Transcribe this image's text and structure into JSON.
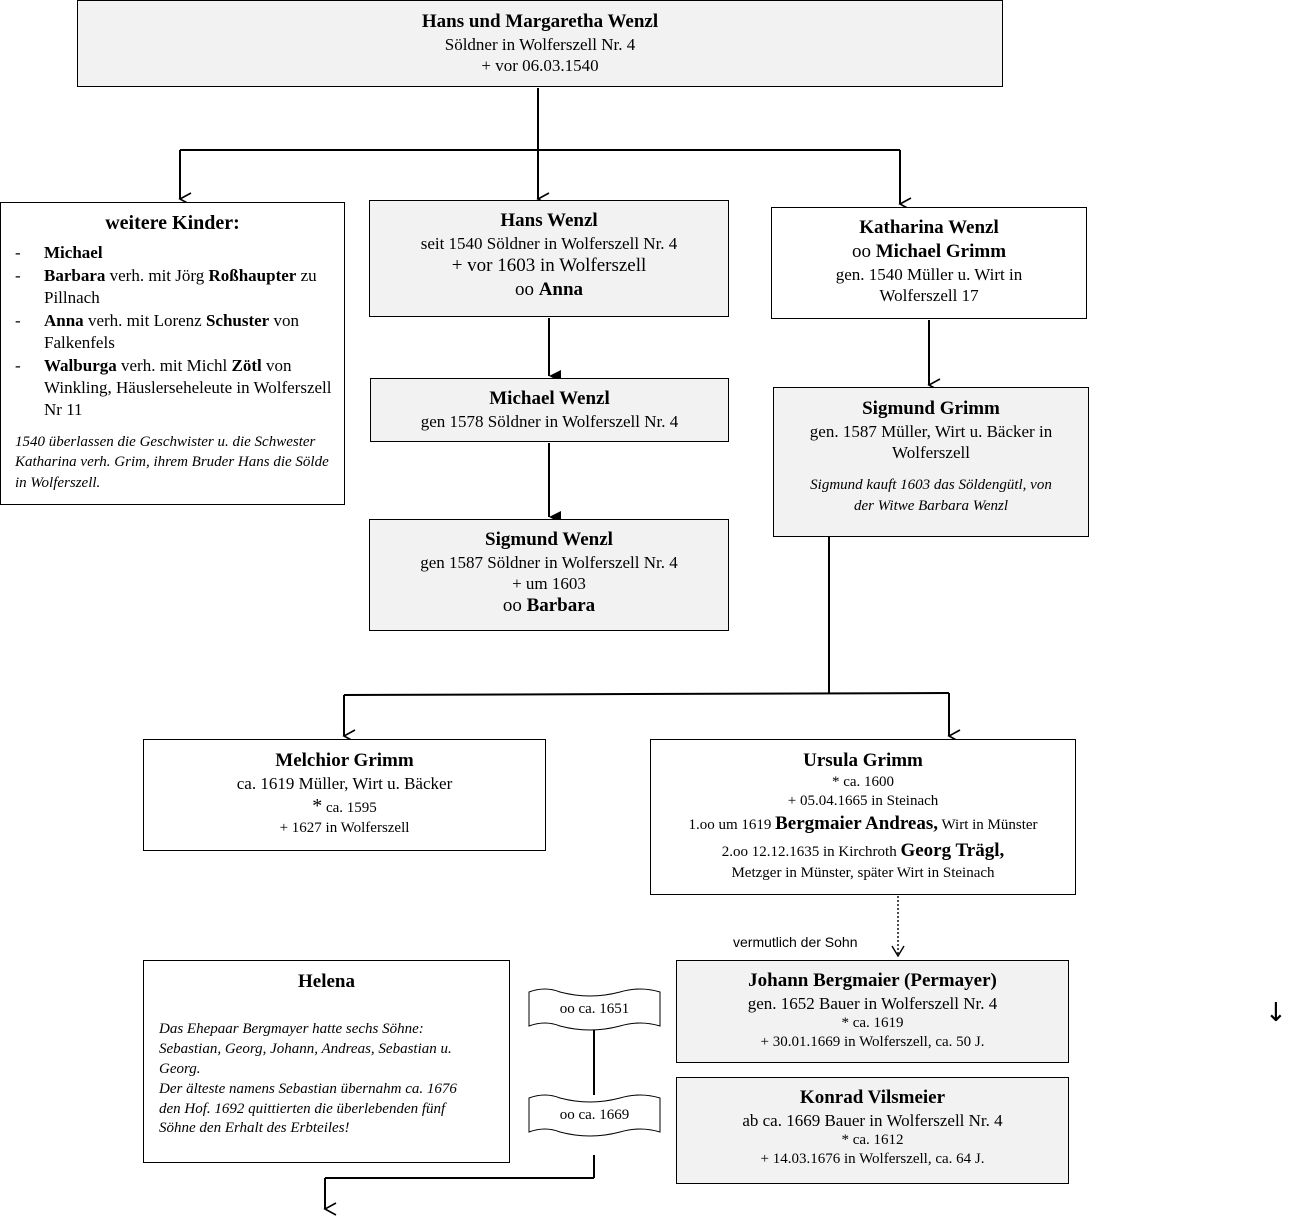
{
  "root": {
    "title": "Hans und Margaretha Wenzl",
    "line1": "Söldner in Wolferszell Nr. 4",
    "line2": "+ vor 06.03.1540"
  },
  "others": {
    "title": "weitere Kinder:",
    "items": [
      {
        "name": "Michael",
        "rest1": "",
        "bold2": "",
        "rest2": ""
      },
      {
        "name": "Barbara",
        "rest1": " verh. mit Jörg ",
        "bold2": "Roßhaupter",
        "rest2": " zu Pillnach"
      },
      {
        "name": "Anna",
        "rest1": " verh. mit Lorenz ",
        "bold2": "Schuster",
        "rest2": " von Falkenfels"
      },
      {
        "name": "Walburga",
        "rest1": " verh. mit Michl ",
        "bold2": "Zötl",
        "rest2": " von Winkling, Häuslerseheleute in Wolferszell Nr 11"
      }
    ],
    "note": "1540 überlassen die Geschwister u. die Schwester Katharina verh. Grim, ihrem Bruder Hans die Sölde in Wolferszell."
  },
  "hans": {
    "title": "Hans Wenzl",
    "line1": "seit 1540 Söldner in Wolferszell Nr. 4",
    "line2": "+ vor 1603 in Wolferszell",
    "oo": "oo ",
    "spouse": "Anna"
  },
  "katharina": {
    "title": "Katharina Wenzl",
    "oo": "oo ",
    "spouse": "Michael Grimm",
    "line1": "gen. 1540 Müller u. Wirt in",
    "line2": "Wolferszell 17"
  },
  "michael": {
    "title": "Michael Wenzl",
    "line1": "gen 1578 Söldner in Wolferszell Nr. 4"
  },
  "sigmund_grimm": {
    "title": "Sigmund Grimm",
    "line1": "gen. 1587 Müller, Wirt u. Bäcker in",
    "line2": "Wolferszell",
    "note1": "Sigmund kauft 1603 das Söldengütl, von",
    "note2": "der Witwe Barbara Wenzl"
  },
  "sigmund_wenzl": {
    "title": "Sigmund Wenzl",
    "line1": "gen 1587 Söldner in Wolferszell Nr. 4",
    "line2": "+ um 1603",
    "oo": "oo ",
    "spouse": "Barbara"
  },
  "melchior": {
    "title": "Melchior Grimm",
    "line1": "ca. 1619 Müller, Wirt u. Bäcker",
    "star": "*",
    "born": " ca. 1595",
    "died": "+ 1627 in Wolferszell"
  },
  "ursula": {
    "title": "Ursula Grimm",
    "born": "* ca. 1600",
    "died": "+ 05.04.1665 in Steinach",
    "m1_pre": "1.oo um 1619 ",
    "m1_name": "Bergmaier Andreas,",
    "m1_post": " Wirt in Münster",
    "m2_pre": "2.oo 12.12.1635 in Kirchroth ",
    "m2_name": "Georg Trägl,",
    "m2_post": "Metzger in Münster, später Wirt in Steinach"
  },
  "son_label": "vermutlich der Sohn",
  "helena": {
    "title": "Helena",
    "note": [
      "Das Ehepaar Bergmayer hatte sechs Söhne:",
      "Sebastian, Georg, Johann, Andreas, Sebastian u.",
      "Georg.",
      "Der älteste namens Sebastian übernahm ca. 1676",
      "den Hof. 1692 quittierten die überlebenden fünf",
      "Söhne den Erhalt des Erbteiles!"
    ]
  },
  "marriage1": "oo ca. 1651",
  "marriage2": "oo ca. 1669",
  "johann": {
    "title": "Johann Bergmaier (Permayer)",
    "line1": "gen. 1652 Bauer in Wolferszell Nr. 4",
    "born": "* ca. 1619",
    "died": "+ 30.01.1669  in Wolferszell, ca. 50 J."
  },
  "konrad": {
    "title": "Konrad Vilsmeier",
    "line1": "ab ca. 1669 Bauer in Wolferszell Nr. 4",
    "born": "* ca. 1612",
    "died": "+ 14.03.1676 in Wolferszell, ca. 64 J."
  },
  "arrow_glyph": "↓"
}
